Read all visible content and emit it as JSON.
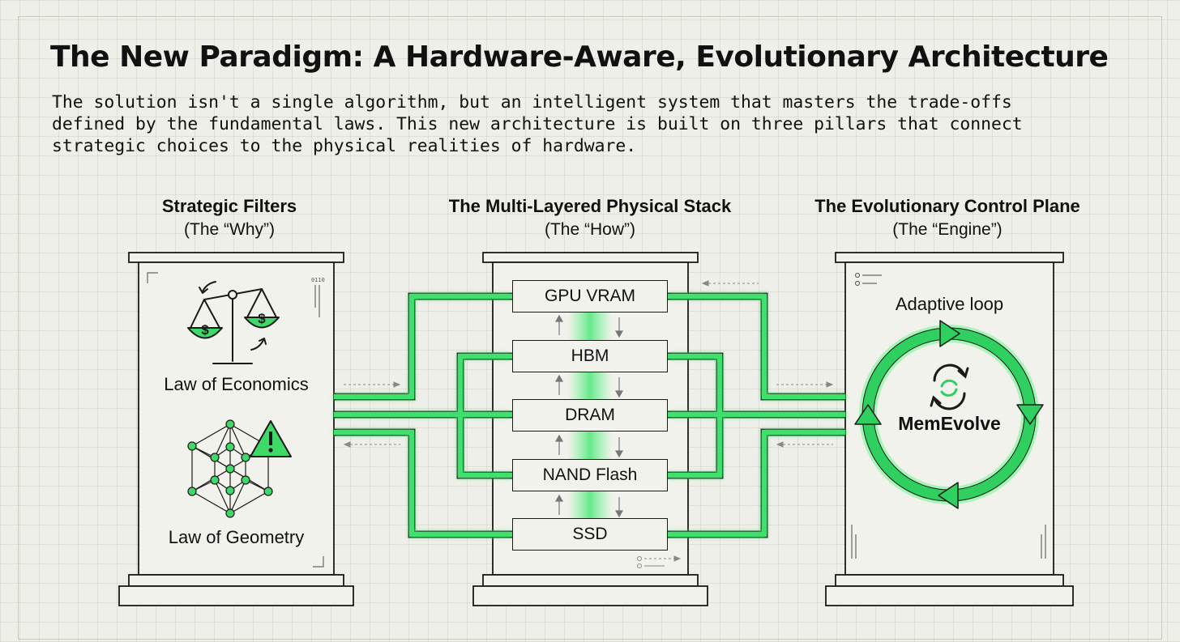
{
  "title": "The New Paradigm: A Hardware-Aware, Evolutionary Architecture",
  "subtitle": "The solution isn't a single algorithm, but an intelligent system that masters the trade-offs\ndefined by the fundamental laws. This new architecture is built on three pillars that connect\nstrategic choices to the physical realities of hardware.",
  "pillars": [
    {
      "name": "Strategic Filters",
      "subtitle": "(The “Why”)",
      "items": [
        "Law of Economics",
        "Law of Geometry"
      ]
    },
    {
      "name": "The Multi-Layered Physical Stack",
      "subtitle": "(The “How”)",
      "layers": [
        "GPU VRAM",
        "HBM",
        "DRAM",
        "NAND Flash",
        "SSD"
      ]
    },
    {
      "name": "The Evolutionary Control Plane",
      "subtitle": "(The “Engine”)",
      "loop_label": "Adaptive loop",
      "engine_name": "MemEvolve"
    }
  ],
  "colors": {
    "accent": "#2fd05f",
    "accent_glow": "#6df58f",
    "ink": "#1a1a1a",
    "background": "#efefe9"
  },
  "icons": [
    "scale-icon",
    "dollar-icon",
    "geometry-network-icon",
    "warning-icon",
    "refresh-cycle-icon"
  ]
}
